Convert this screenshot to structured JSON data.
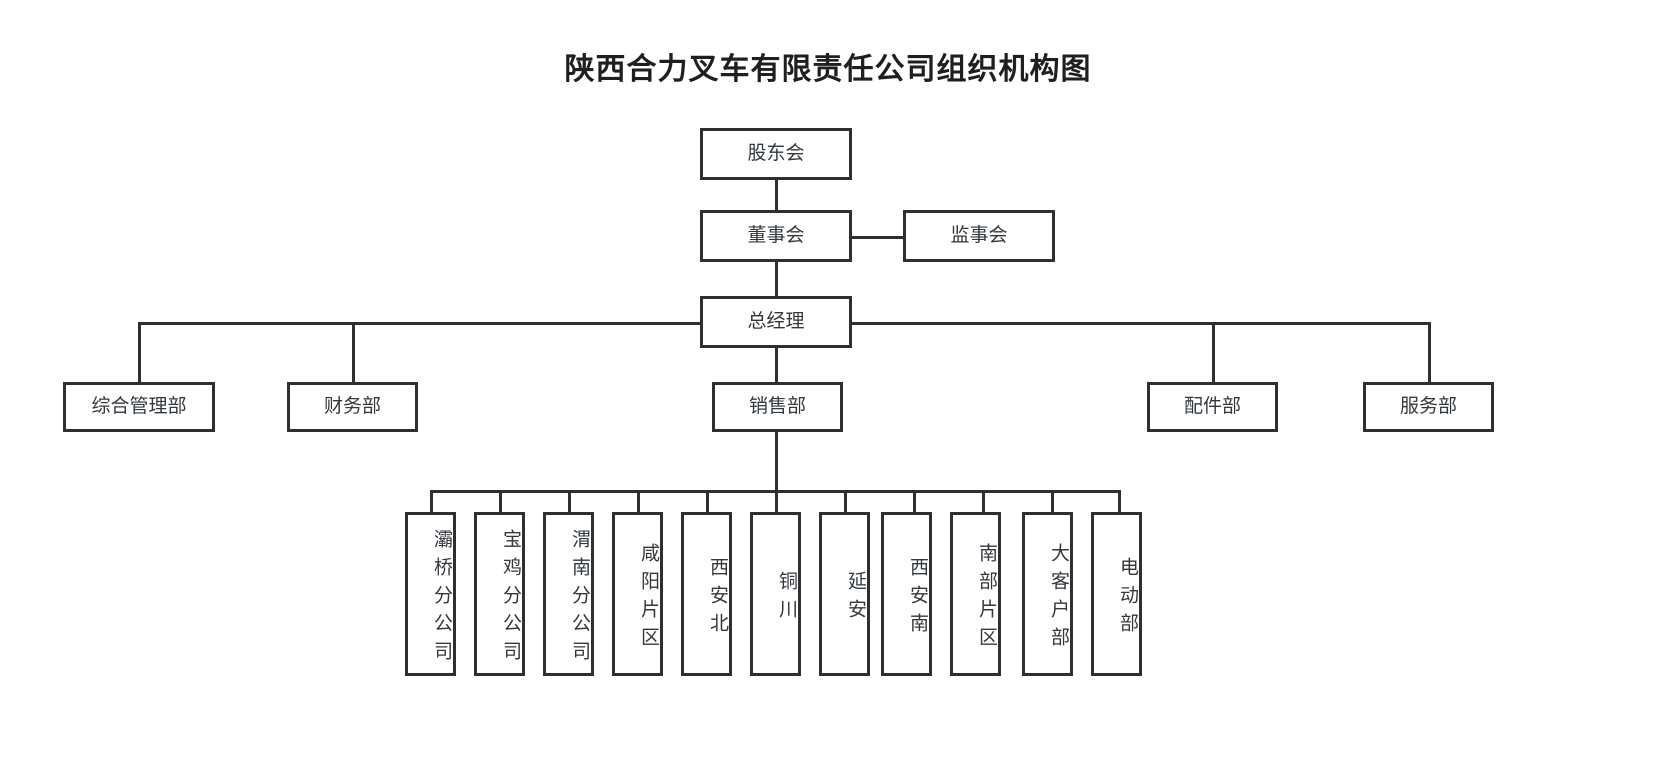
{
  "title": "陕西合力叉车有限责任公司组织机构图",
  "colors": {
    "border": "#2f2f2f",
    "text": "#33383d",
    "title": "#1f1f1f",
    "background": "#ffffff"
  },
  "nodes": {
    "shareholders": {
      "label": "股东会"
    },
    "board": {
      "label": "董事会"
    },
    "supervisors": {
      "label": "监事会"
    },
    "general_manager": {
      "label": "总经理"
    },
    "general_admin": {
      "label": "综合管理部"
    },
    "finance": {
      "label": "财务部"
    },
    "sales": {
      "label": "销售部"
    },
    "parts": {
      "label": "配件部"
    },
    "service": {
      "label": "服务部"
    }
  },
  "sales_branches": [
    {
      "label": "灞桥分公司"
    },
    {
      "label": "宝鸡分公司"
    },
    {
      "label": "渭南分公司"
    },
    {
      "label": "咸阳片区"
    },
    {
      "label": "西安北"
    },
    {
      "label": "铜川"
    },
    {
      "label": "延安"
    },
    {
      "label": "西安南"
    },
    {
      "label": "南部片区"
    },
    {
      "label": "大客户部"
    },
    {
      "label": "电动部"
    }
  ],
  "chart_data": {
    "type": "diagram",
    "title": "陕西合力叉车有限责任公司组织机构图",
    "levels": [
      {
        "level": 1,
        "nodes": [
          "股东会"
        ]
      },
      {
        "level": 2,
        "nodes": [
          "董事会",
          "监事会"
        ]
      },
      {
        "level": 3,
        "nodes": [
          "总经理"
        ]
      },
      {
        "level": 4,
        "nodes": [
          "综合管理部",
          "财务部",
          "销售部",
          "配件部",
          "服务部"
        ]
      },
      {
        "level": 5,
        "nodes": [
          "灞桥分公司",
          "宝鸡分公司",
          "渭南分公司",
          "咸阳片区",
          "西安北",
          "铜川",
          "延安",
          "西安南",
          "南部片区",
          "大客户部",
          "电动部"
        ]
      }
    ],
    "edges": [
      {
        "from": "股东会",
        "to": "董事会"
      },
      {
        "from": "董事会",
        "to": "监事会"
      },
      {
        "from": "董事会",
        "to": "总经理"
      },
      {
        "from": "总经理",
        "to": "综合管理部"
      },
      {
        "from": "总经理",
        "to": "财务部"
      },
      {
        "from": "总经理",
        "to": "销售部"
      },
      {
        "from": "总经理",
        "to": "配件部"
      },
      {
        "from": "总经理",
        "to": "服务部"
      },
      {
        "from": "销售部",
        "to": "灞桥分公司"
      },
      {
        "from": "销售部",
        "to": "宝鸡分公司"
      },
      {
        "from": "销售部",
        "to": "渭南分公司"
      },
      {
        "from": "销售部",
        "to": "咸阳片区"
      },
      {
        "from": "销售部",
        "to": "西安北"
      },
      {
        "from": "销售部",
        "to": "铜川"
      },
      {
        "from": "销售部",
        "to": "延安"
      },
      {
        "from": "销售部",
        "to": "西安南"
      },
      {
        "from": "销售部",
        "to": "南部片区"
      },
      {
        "from": "销售部",
        "to": "大客户部"
      },
      {
        "from": "销售部",
        "to": "电动部"
      }
    ]
  }
}
